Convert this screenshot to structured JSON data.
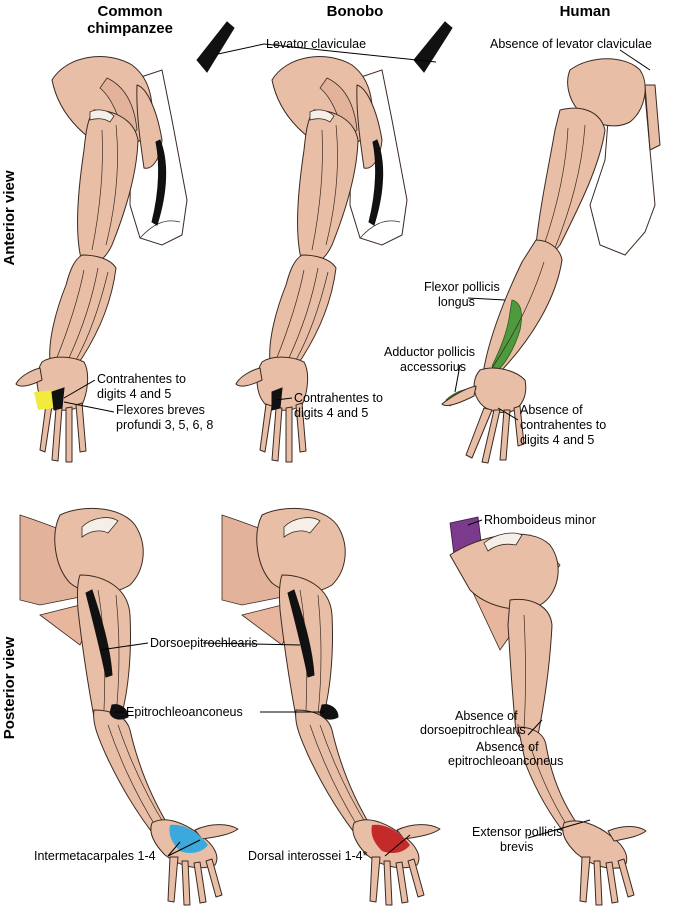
{
  "column_headers": {
    "chimp": "Common\nchimpanzee",
    "bonobo": "Bonobo",
    "human": "Human"
  },
  "row_labels": {
    "anterior": "Anterior view",
    "posterior": "Posterior view"
  },
  "labels": {
    "levator_claviculae": "Levator claviculae",
    "absence_levator": "Absence of levator claviculae",
    "contrahentes_chimp_l1": "Contrahentes to",
    "contrahentes_chimp_l2": "digits 4 and 5",
    "flexores_l1": "Flexores breves",
    "flexores_l2": "profundi 3, 5, 6, 8",
    "contrahentes_bonobo_l1": "Contrahentes to",
    "contrahentes_bonobo_l2": "digits 4 and 5",
    "flexor_pollicis_l1": "Flexor pollicis",
    "flexor_pollicis_l2": "longus",
    "adductor_l1": "Adductor pollicis",
    "adductor_l2": "accessorius",
    "absence_contrahentes_l1": "Absence of",
    "absence_contrahentes_l2": "contrahentes to",
    "absence_contrahentes_l3": "digits 4 and 5",
    "rhomboideus": "Rhomboideus minor",
    "dorsoepitrochlearis": "Dorsoepitrochlearis",
    "epitrochleoanconeus": "Epitrochleoanconeus",
    "absence_dorso_l1": "Absence of",
    "absence_dorso_l2": "dorsoepitrochlearis",
    "absence_epi_l1": "Absence of",
    "absence_epi_l2": "epitrochleoanconeus",
    "extensor_l1": "Extensor pollicis",
    "extensor_l2": "brevis",
    "intermetacarpales": "Intermetacarpales 1-4",
    "dorsal_interossei": "Dorsal interossei 1-4*"
  },
  "colors": {
    "skin": "#e9bea6",
    "highlight_black": "#111111",
    "flexores_yellow": "#f2ea3c",
    "flexor_green": "#4f9a3c",
    "rhomboid_purple": "#7b3a8c",
    "intermetacarpal_blue": "#3ba9dc",
    "interossei_red": "#c42a2a"
  }
}
